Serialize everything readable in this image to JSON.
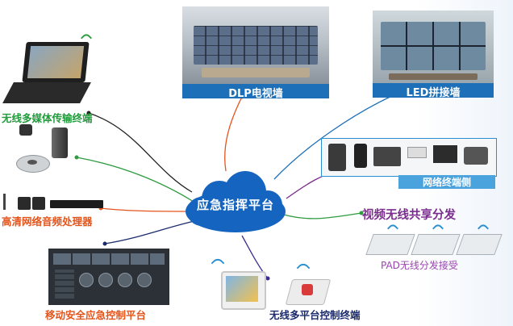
{
  "center": {
    "label": "应急指挥平台"
  },
  "nodes": {
    "dlp_wall": "DLP电视墙",
    "led_wall": "LED拼接墙",
    "network_terminal": "网络终端侧",
    "video_wireless": "视频无线共享分发",
    "pad_receive": "PAD无线分发接受",
    "wireless_control_terminal": "无线多平台控制终端",
    "mobile_platform": "移动安全应急控制平台",
    "audio_processor": "高清网络音频处理器",
    "wireless_media": "无线多媒体传输终端"
  },
  "colors": {
    "cloud": "#1565c0",
    "banner": "#1d6fb8",
    "green_label": "#1f9b3a",
    "orange_label": "#e5541b",
    "purple_label": "#7b2d8e"
  }
}
